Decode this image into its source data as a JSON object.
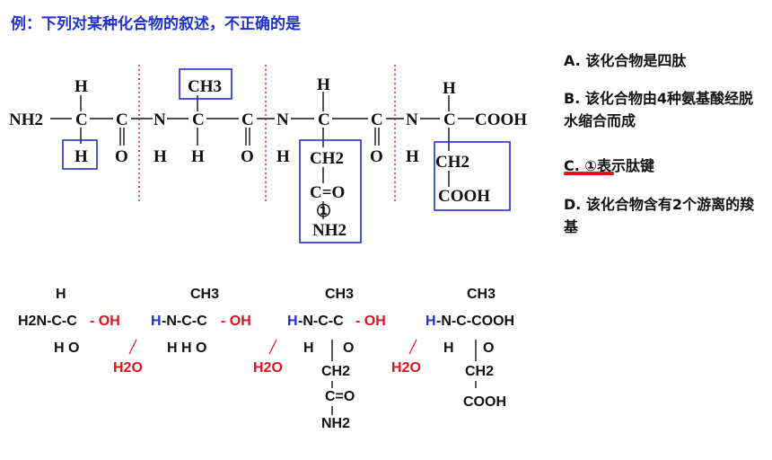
{
  "question": "例：下列对某种化合物的叙述，不正确的是",
  "options": {
    "a": "A. 该化合物是四肽",
    "b": "B. 该化合物由4种氨基酸经脱水缩合而成",
    "c": "C. ①表示肽键",
    "d": "D. 该化合物含有2个游离的羧基"
  },
  "structure": {
    "nh2": "NH2",
    "c": "C",
    "h": "H",
    "n": "N",
    "o": "O",
    "ch3": "CH3",
    "ch2": "CH2",
    "cooh": "COOH",
    "c_eq_o": "C=O",
    "circle_one": "①"
  },
  "hydrolysis": {
    "h2n": "H2N",
    "h2n_c_c": "H2N-C-C",
    "dash_oh": "- OH",
    "h_blue": "H",
    "n_c_c": "-N-C-C",
    "n_c_cooh": "-N-C-COOH",
    "h_h_o": "H  H  O",
    "h_o": "H  O",
    "h2o": "H2O",
    "ch3": "CH3",
    "ch2": "CH2",
    "cooh": "COOH",
    "c_eq_o": "C=O",
    "nh2": "NH2",
    "h": "H",
    "o": "O"
  }
}
